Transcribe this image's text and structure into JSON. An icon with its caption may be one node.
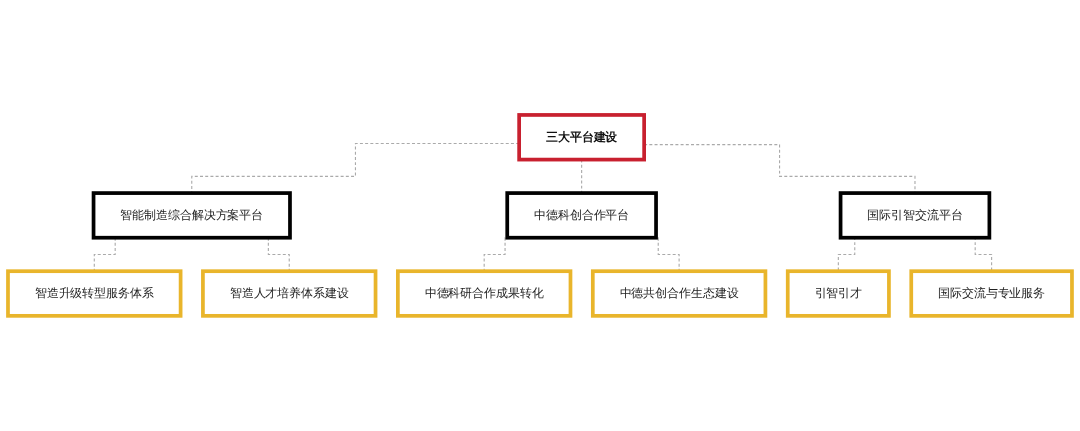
{
  "diagram": {
    "nodes": [
      {
        "text": [
          "三大平台建设"
        ]
      },
      {
        "text": [
          "智能制造综合解决方案平台"
        ]
      },
      {
        "text": [
          "中德科创合作平台"
        ]
      },
      {
        "text": [
          "国际引智交流平台"
        ]
      },
      {
        "text": [
          "智造升级转型服务体系"
        ]
      },
      {
        "text": [
          "智造人才培养体系建设"
        ]
      },
      {
        "text": [
          "中德科研合作成果转化"
        ]
      },
      {
        "text": [
          "中德共创合作生态建设"
        ]
      },
      {
        "text": [
          "引智引才"
        ]
      },
      {
        "text": [
          "国际交流与专业服务"
        ]
      }
    ],
    "edges": [
      {
        "from": 0,
        "to": 1,
        "arrow": "none",
        "style": "dashed"
      },
      {
        "from": 0,
        "to": 2,
        "arrow": "none",
        "style": "dashed"
      },
      {
        "from": 0,
        "to": 3,
        "arrow": "none",
        "style": "dashed"
      },
      {
        "from": 1,
        "to": 4,
        "arrow": "none",
        "style": "dashed"
      },
      {
        "from": 1,
        "to": 5,
        "arrow": "none",
        "style": "dashed"
      },
      {
        "from": 2,
        "to": 6,
        "arrow": "none",
        "style": "dashed"
      },
      {
        "from": 2,
        "to": 7,
        "arrow": "none",
        "style": "dashed"
      },
      {
        "from": 3,
        "to": 8,
        "arrow": "none",
        "style": "dashed"
      },
      {
        "from": 3,
        "to": 9,
        "arrow": "none",
        "style": "dashed"
      }
    ]
  }
}
